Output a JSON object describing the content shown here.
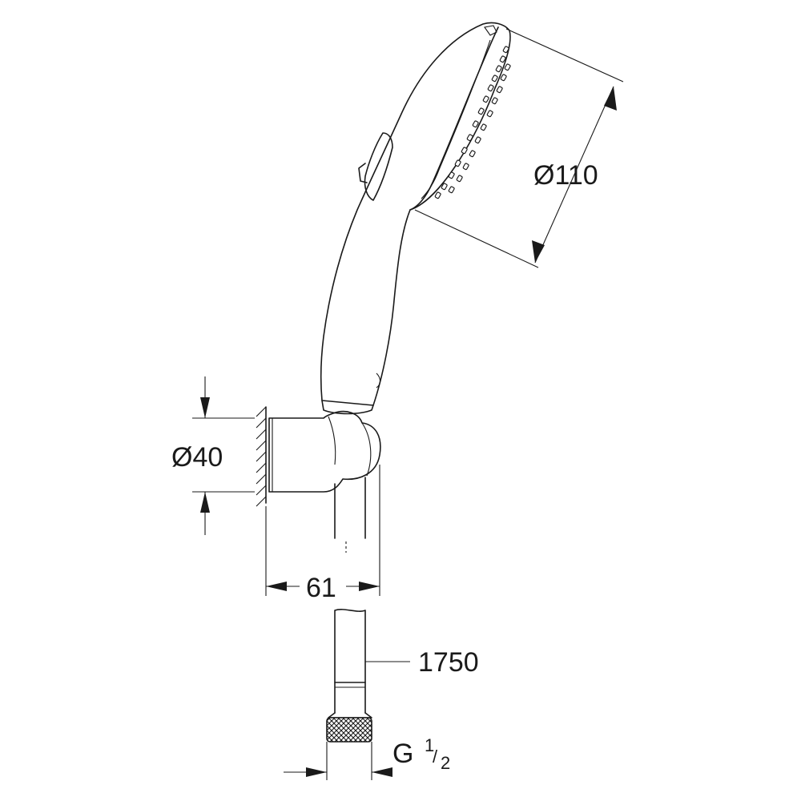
{
  "dimensions": {
    "head_diameter": "Ø110",
    "holder_diameter": "Ø40",
    "holder_depth": "61",
    "hose_length": "1750",
    "thread_prefix": "G",
    "thread_numerator": "1",
    "thread_denominator": "2"
  },
  "icons": {
    "wall_hatch": "wall-hatch-icon",
    "knurled_nut": "knurled-nut-icon"
  },
  "colors": {
    "line": "#1a1a1a",
    "background": "#ffffff"
  }
}
